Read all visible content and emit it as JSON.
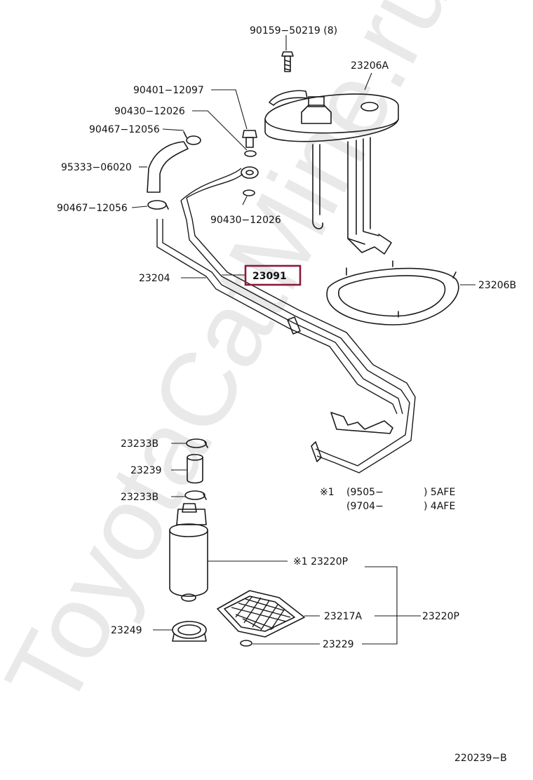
{
  "watermark": "ToyotaCatMine.ru",
  "highlighted_part": "23091",
  "labels": {
    "bolt_top": "90159−50219 (8)",
    "sender_gauge": "23206A",
    "union_bolt": "90401−12097",
    "gasket_upper": "90430−12026",
    "clamp_upper": "90467−12056",
    "hose": "95333−06020",
    "clamp_lower": "90467−12056",
    "gasket_lower": "90430−12026",
    "tube_sub": "23204",
    "pipe_highlight": "23091",
    "gasket_plate": "23206B",
    "clamp_b1": "23233B",
    "hose_short": "23239",
    "clamp_b2": "23233B",
    "pump": "※1 23220P",
    "filter": "23217A",
    "pump_assy": "23220P",
    "cushion": "23249",
    "clip": "23229",
    "diagram_id": "220239−B"
  },
  "notes": {
    "line1_mark": "※1",
    "line1_date": "(9505−",
    "line1_engine": ") 5AFE",
    "line2_date": "(9704−",
    "line2_engine": ") 4AFE"
  }
}
